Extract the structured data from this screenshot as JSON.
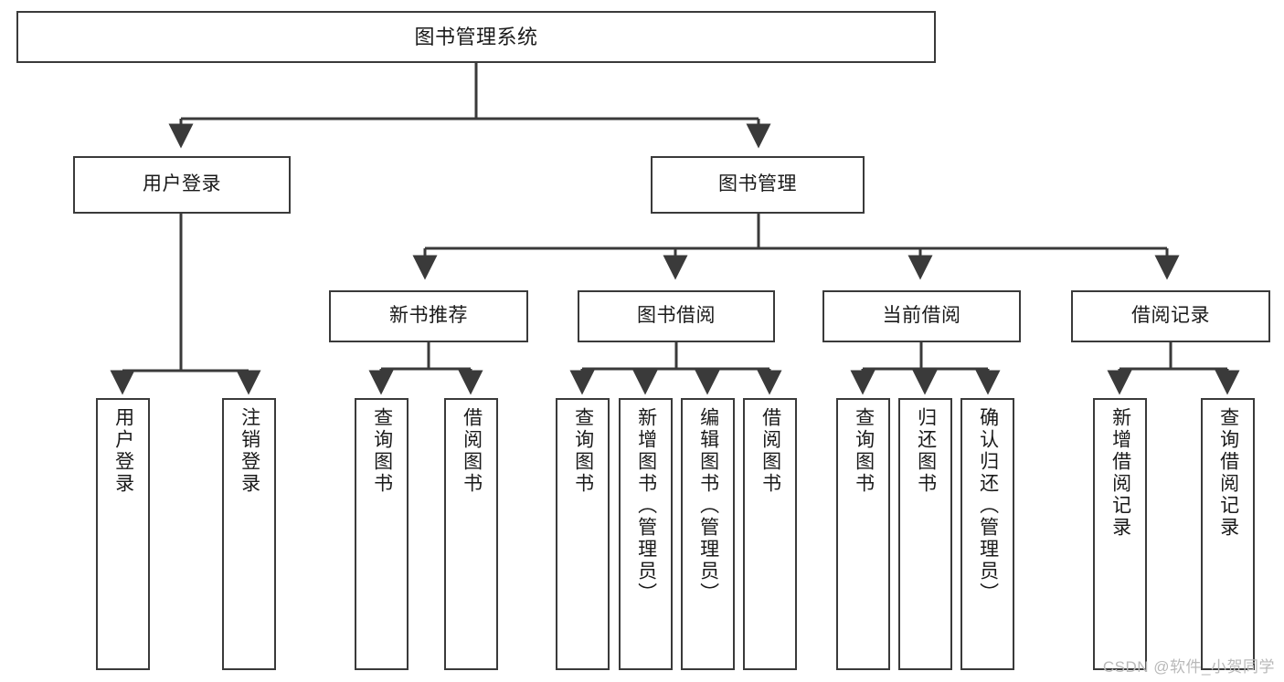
{
  "diagram": {
    "title": "图书管理系统",
    "type": "tree",
    "root": {
      "label": "图书管理系统"
    },
    "level1": [
      {
        "label": "用户登录"
      },
      {
        "label": "图书管理"
      }
    ],
    "level2": [
      {
        "label": "新书推荐"
      },
      {
        "label": "图书借阅"
      },
      {
        "label": "当前借阅"
      },
      {
        "label": "借阅记录"
      }
    ],
    "leaves": {
      "user_login": [
        {
          "label": "用户登录"
        },
        {
          "label": "注销登录"
        }
      ],
      "new_book_recommend": [
        {
          "label": "查询图书"
        },
        {
          "label": "借阅图书"
        }
      ],
      "book_borrow": [
        {
          "label": "查询图书"
        },
        {
          "label": "新增图书（管理员）"
        },
        {
          "label": "编辑图书（管理员）"
        },
        {
          "label": "借阅图书"
        }
      ],
      "current_borrow": [
        {
          "label": "查询图书"
        },
        {
          "label": "归还图书"
        },
        {
          "label": "确认归还（管理员）"
        }
      ],
      "borrow_record": [
        {
          "label": "新增借阅记录"
        },
        {
          "label": "查询借阅记录"
        }
      ]
    }
  },
  "watermark": {
    "text": "CSDN @软件_小贺同学"
  },
  "colors": {
    "stroke": "#3a3a3a",
    "fill": "#ffffff",
    "text": "#1a1a1a",
    "watermark": "#b9b9b9"
  }
}
